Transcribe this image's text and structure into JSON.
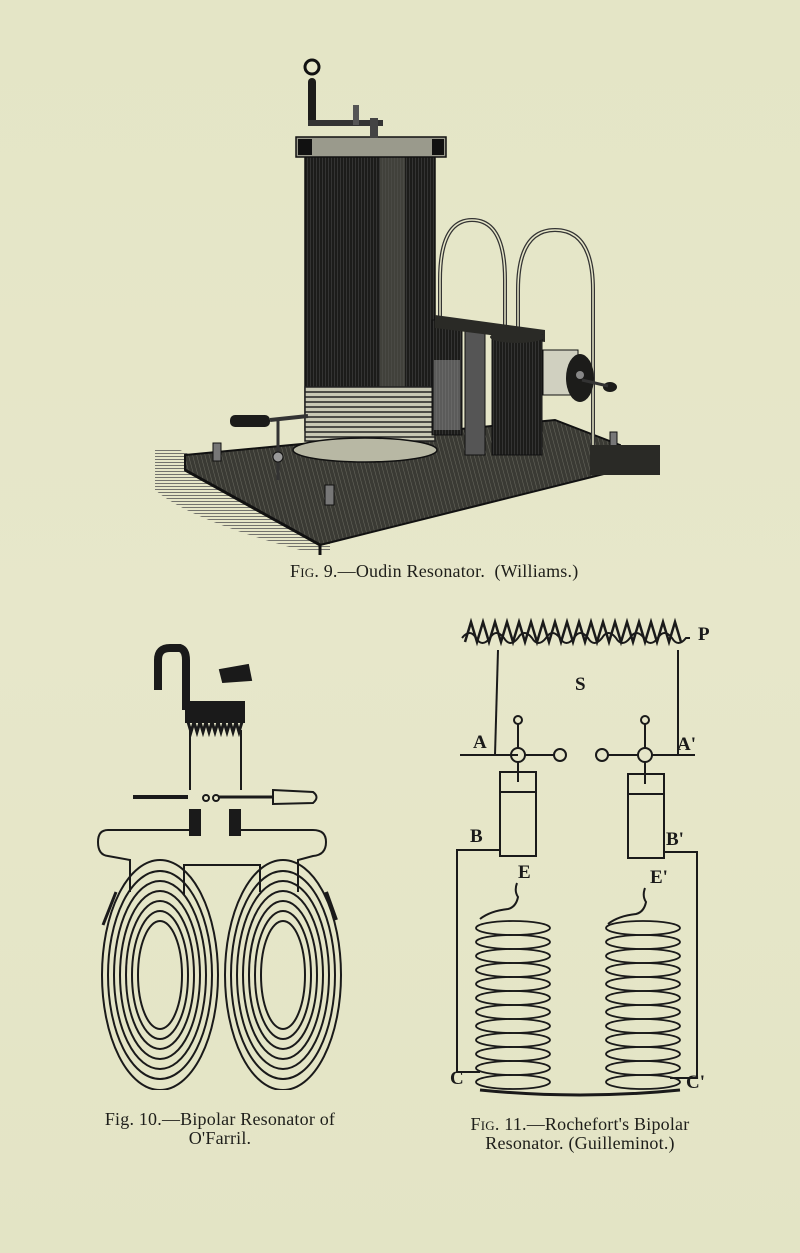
{
  "figures": [
    {
      "id": "fig9",
      "illustration": "oudin-resonator-engraving",
      "caption": {
        "fig_prefix": "Fig.",
        "number_text": "9.—Oudin Resonator.",
        "attribution": "(Williams.)"
      }
    },
    {
      "id": "fig10",
      "illustration": "bipolar-resonator-spiral-diagram",
      "caption": {
        "line1": "Fig. 10.—Bipolar Resonator of",
        "line2": "O'Farril."
      }
    },
    {
      "id": "fig11",
      "illustration": "rochefort-bipolar-resonator-circuit",
      "labels": {
        "P": "P",
        "S": "S",
        "A": "A",
        "A_prime": "A'",
        "B": "B",
        "B_prime": "B'",
        "E": "E",
        "E_prime": "E'",
        "C": "C",
        "C_prime": "C'"
      },
      "caption": {
        "fig_prefix": "Fig.",
        "line1_rest": "11.—Rochefort's Bipolar",
        "line2": "Resonator. (Guilleminot.)"
      }
    }
  ],
  "colors": {
    "paper": "#e6e6c8",
    "ink": "#1e1e1a"
  }
}
